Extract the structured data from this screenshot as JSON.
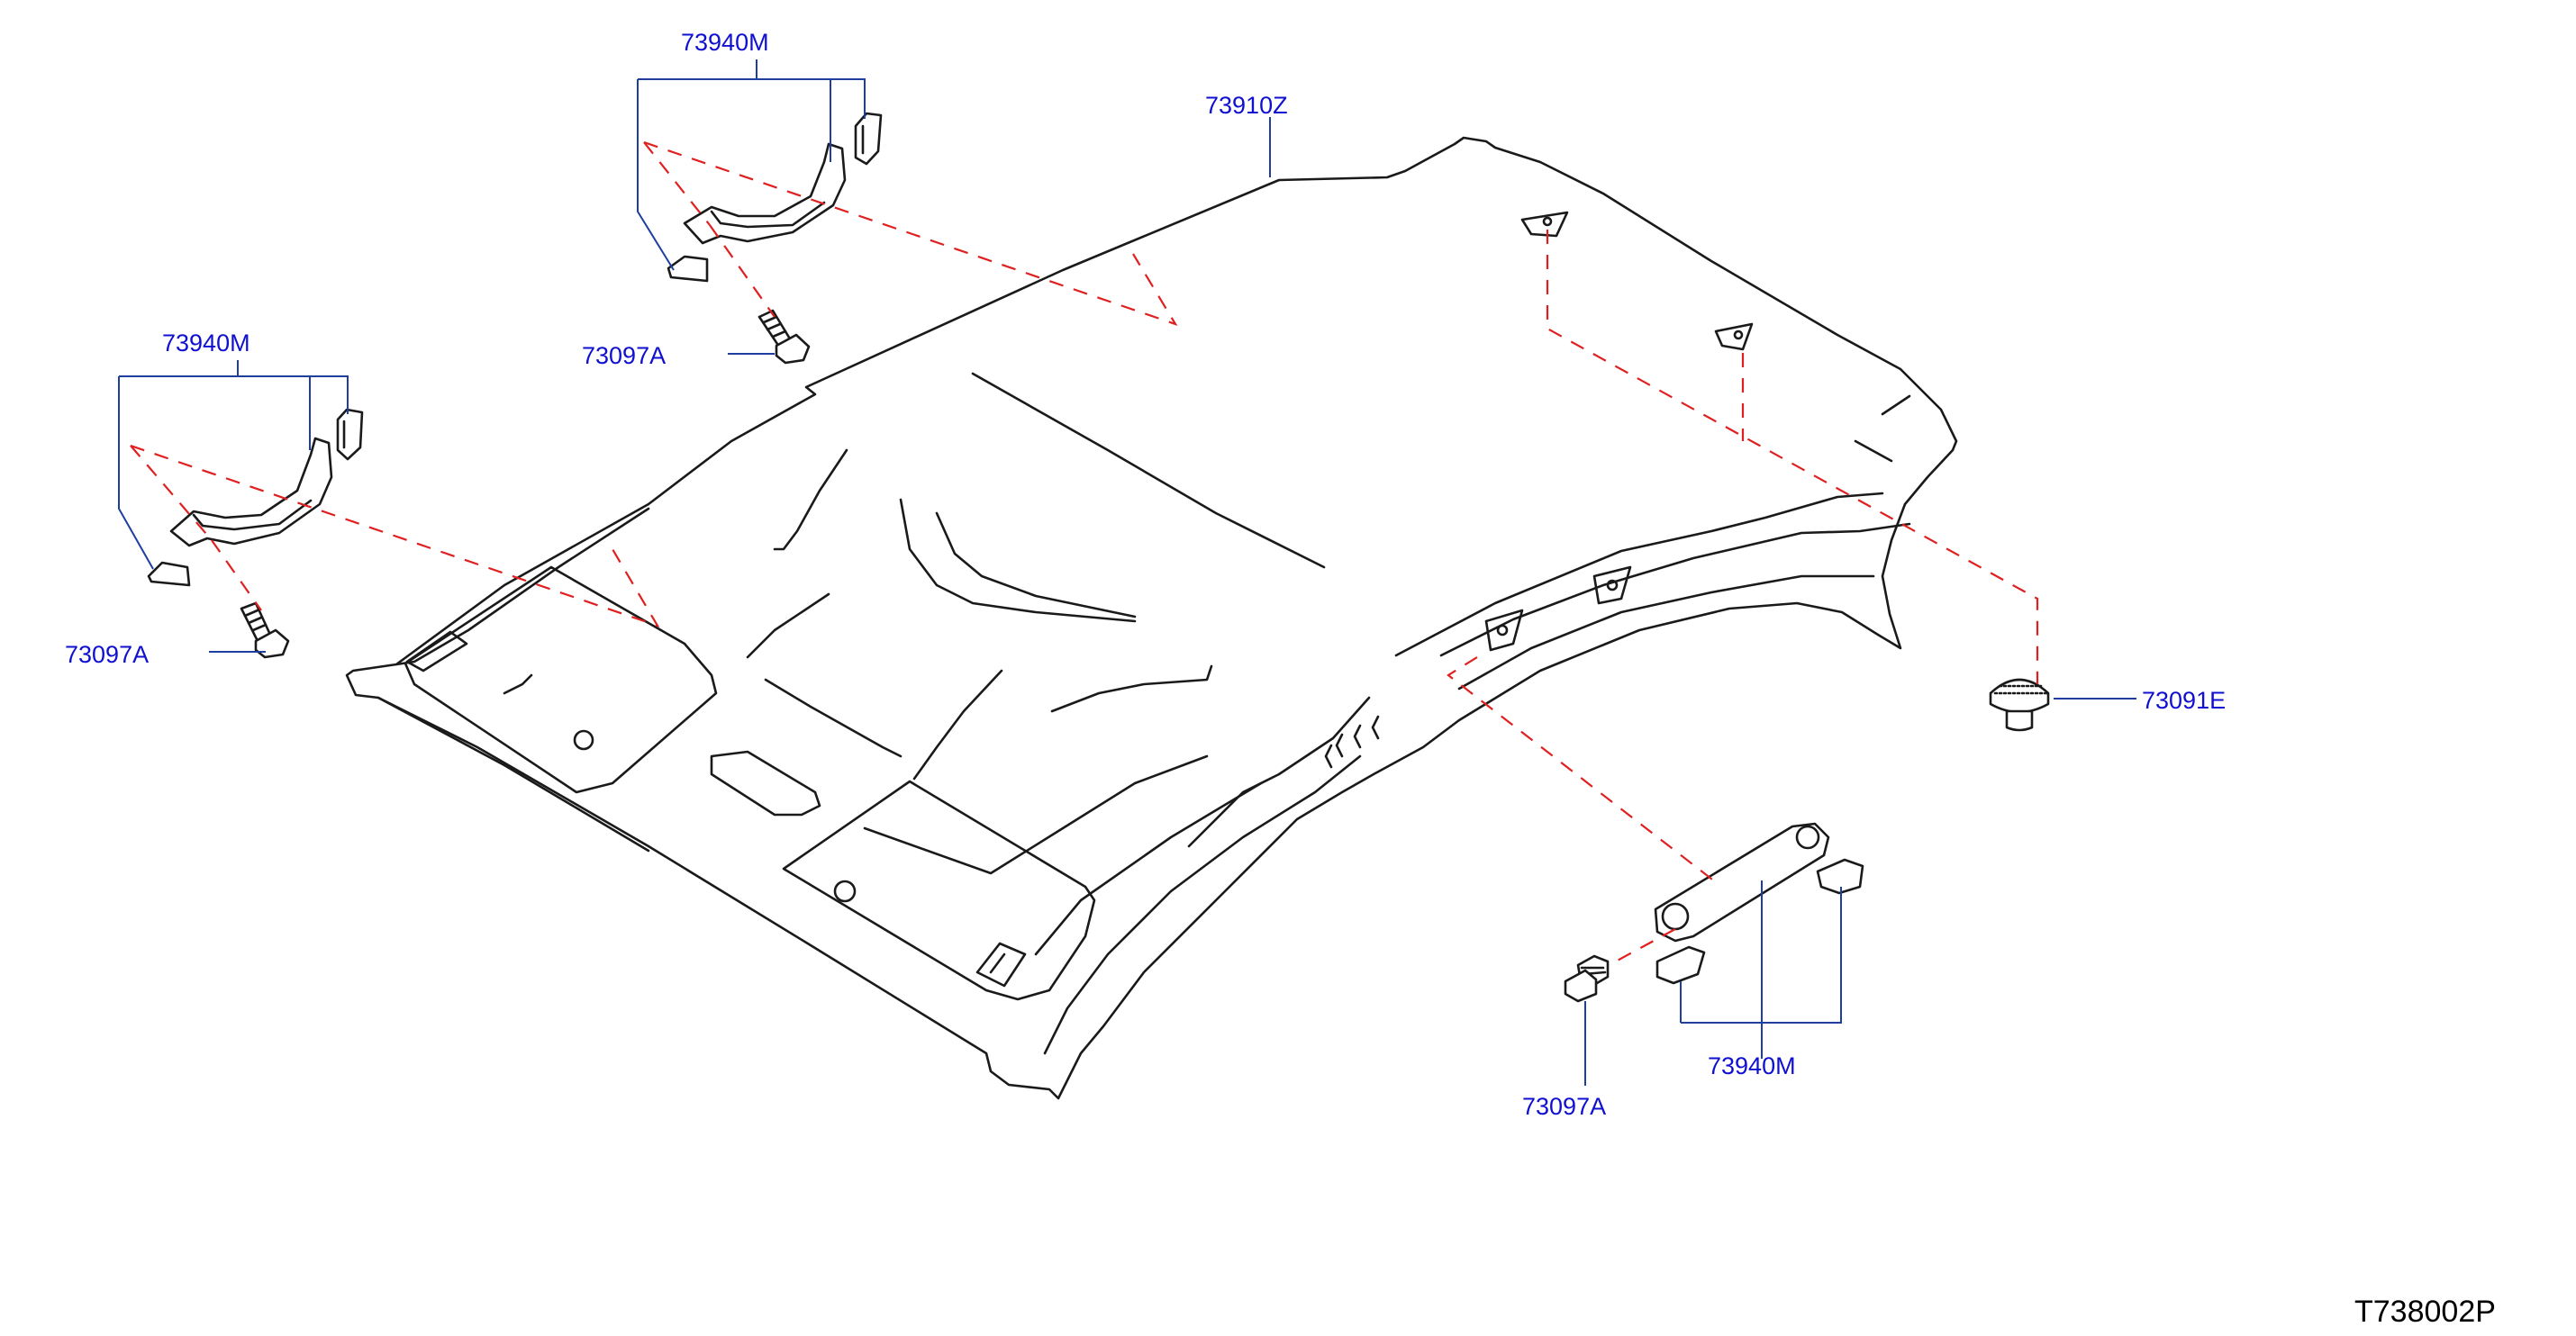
{
  "callouts": {
    "headlining": "73910Z",
    "grip_top": "73940M",
    "grip_left": "73940M",
    "grip_right": "73940M",
    "bolt_top": "73097A",
    "bolt_left": "73097A",
    "bolt_right": "73097A",
    "clip": "73091E"
  },
  "diagram_ref": "T738002P",
  "colors": {
    "callout_text": "#1010d0",
    "leader_line": "#1e3fa0",
    "assembly_dash": "#e02020",
    "part_outline": "#1a1a1a"
  }
}
